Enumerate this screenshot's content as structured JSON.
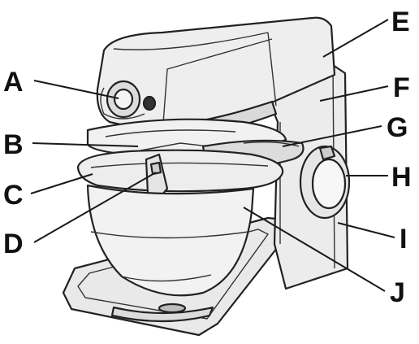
{
  "labels": {
    "a": "A",
    "b": "B",
    "c": "C",
    "d": "D",
    "e": "E",
    "f": "F",
    "g": "G",
    "h": "H",
    "i": "I",
    "j": "J"
  },
  "colors": {
    "body_fill": "#ececec",
    "body_shade": "#d6d6d6",
    "outline": "#222222",
    "label_text": "#111111"
  }
}
